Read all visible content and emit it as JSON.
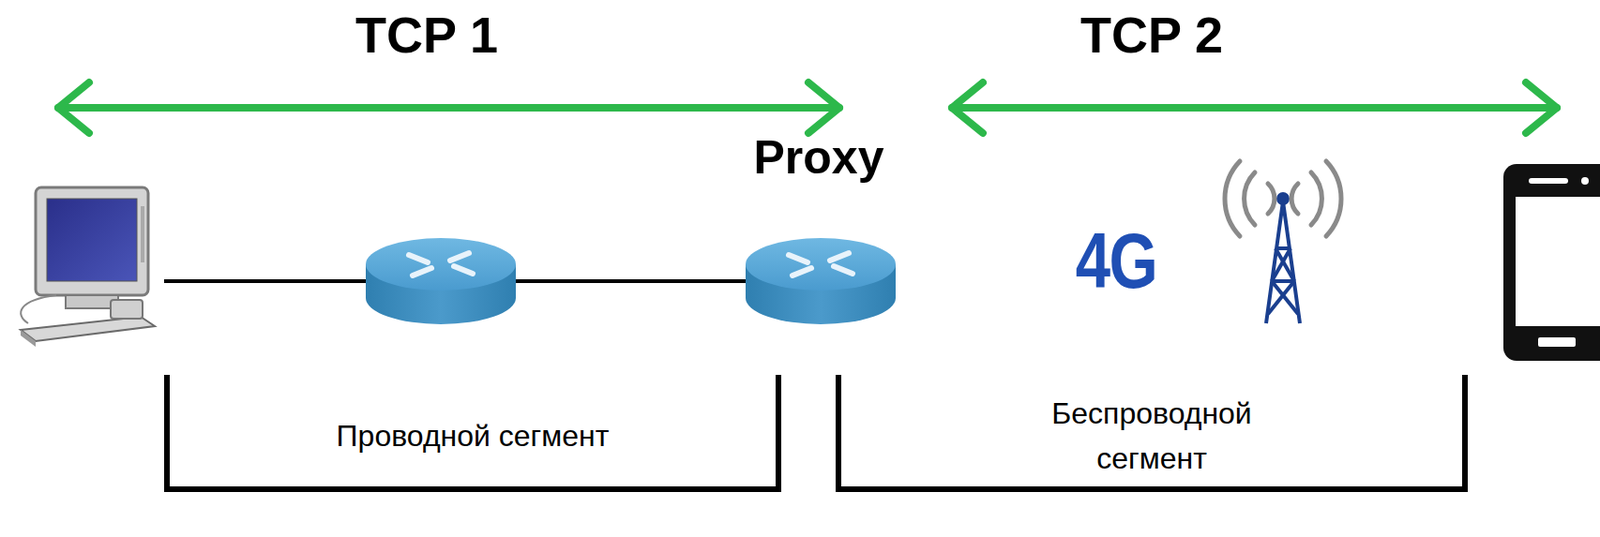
{
  "diagram": {
    "labels": [
      "TCP 1",
      "TCP 2",
      "Proxy",
      "4G",
      "Проводной сегмент",
      "Беспроводной сегмент"
    ]
  }
}
